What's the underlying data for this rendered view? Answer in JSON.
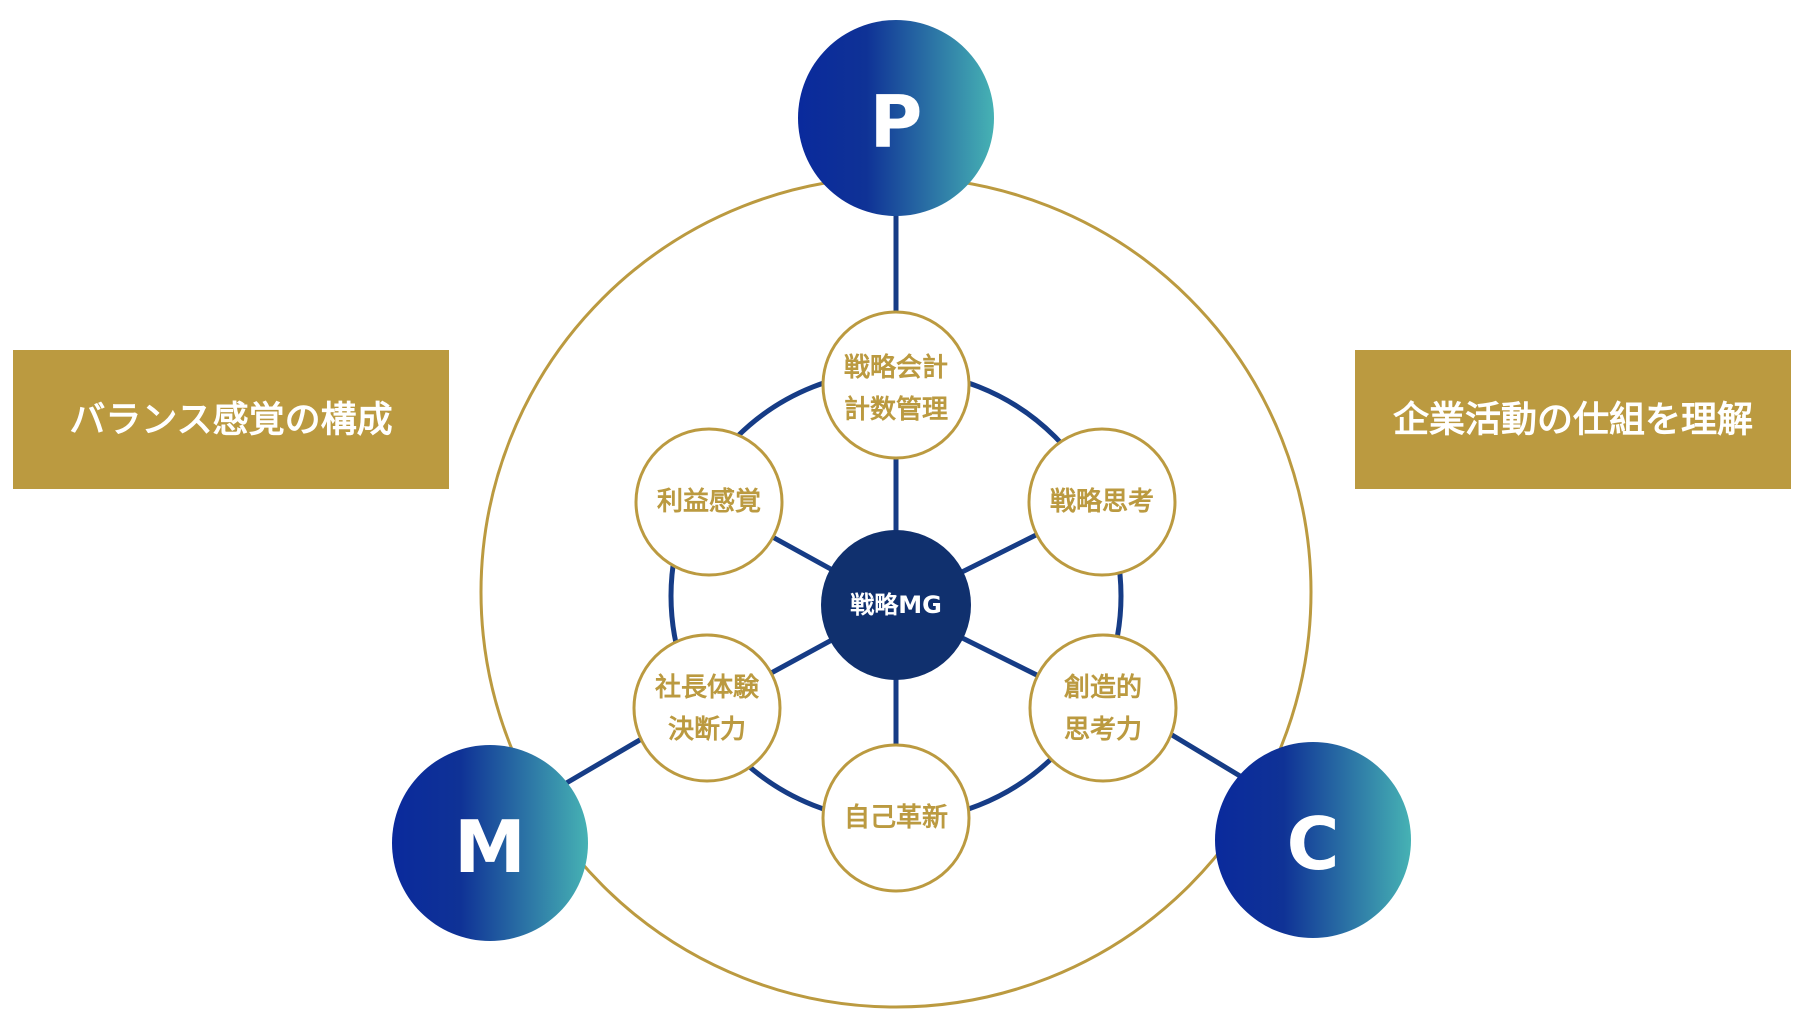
{
  "colors": {
    "gold": "#BB9A40",
    "navy": "#163C86",
    "center": "#10306E",
    "gradient_start": "#0A2A9C",
    "gradient_end": "#46B2B4",
    "node_text": "#BB9A40"
  },
  "side_labels": {
    "left": "バランス感覚の構成",
    "right": "企業活動の仕組を理解"
  },
  "center": {
    "label": "戦略MG"
  },
  "outer_nodes": {
    "top": "P",
    "left": "M",
    "right": "C"
  },
  "inner_nodes": [
    {
      "id": "top",
      "lines": [
        "戦略会計",
        "計数管理"
      ]
    },
    {
      "id": "upper-right",
      "lines": [
        "戦略思考"
      ]
    },
    {
      "id": "lower-right",
      "lines": [
        "創造的",
        "思考力"
      ]
    },
    {
      "id": "bottom",
      "lines": [
        "自己革新"
      ]
    },
    {
      "id": "lower-left",
      "lines": [
        "社長体験",
        "決断力"
      ]
    },
    {
      "id": "upper-left",
      "lines": [
        "利益感覚"
      ]
    }
  ]
}
